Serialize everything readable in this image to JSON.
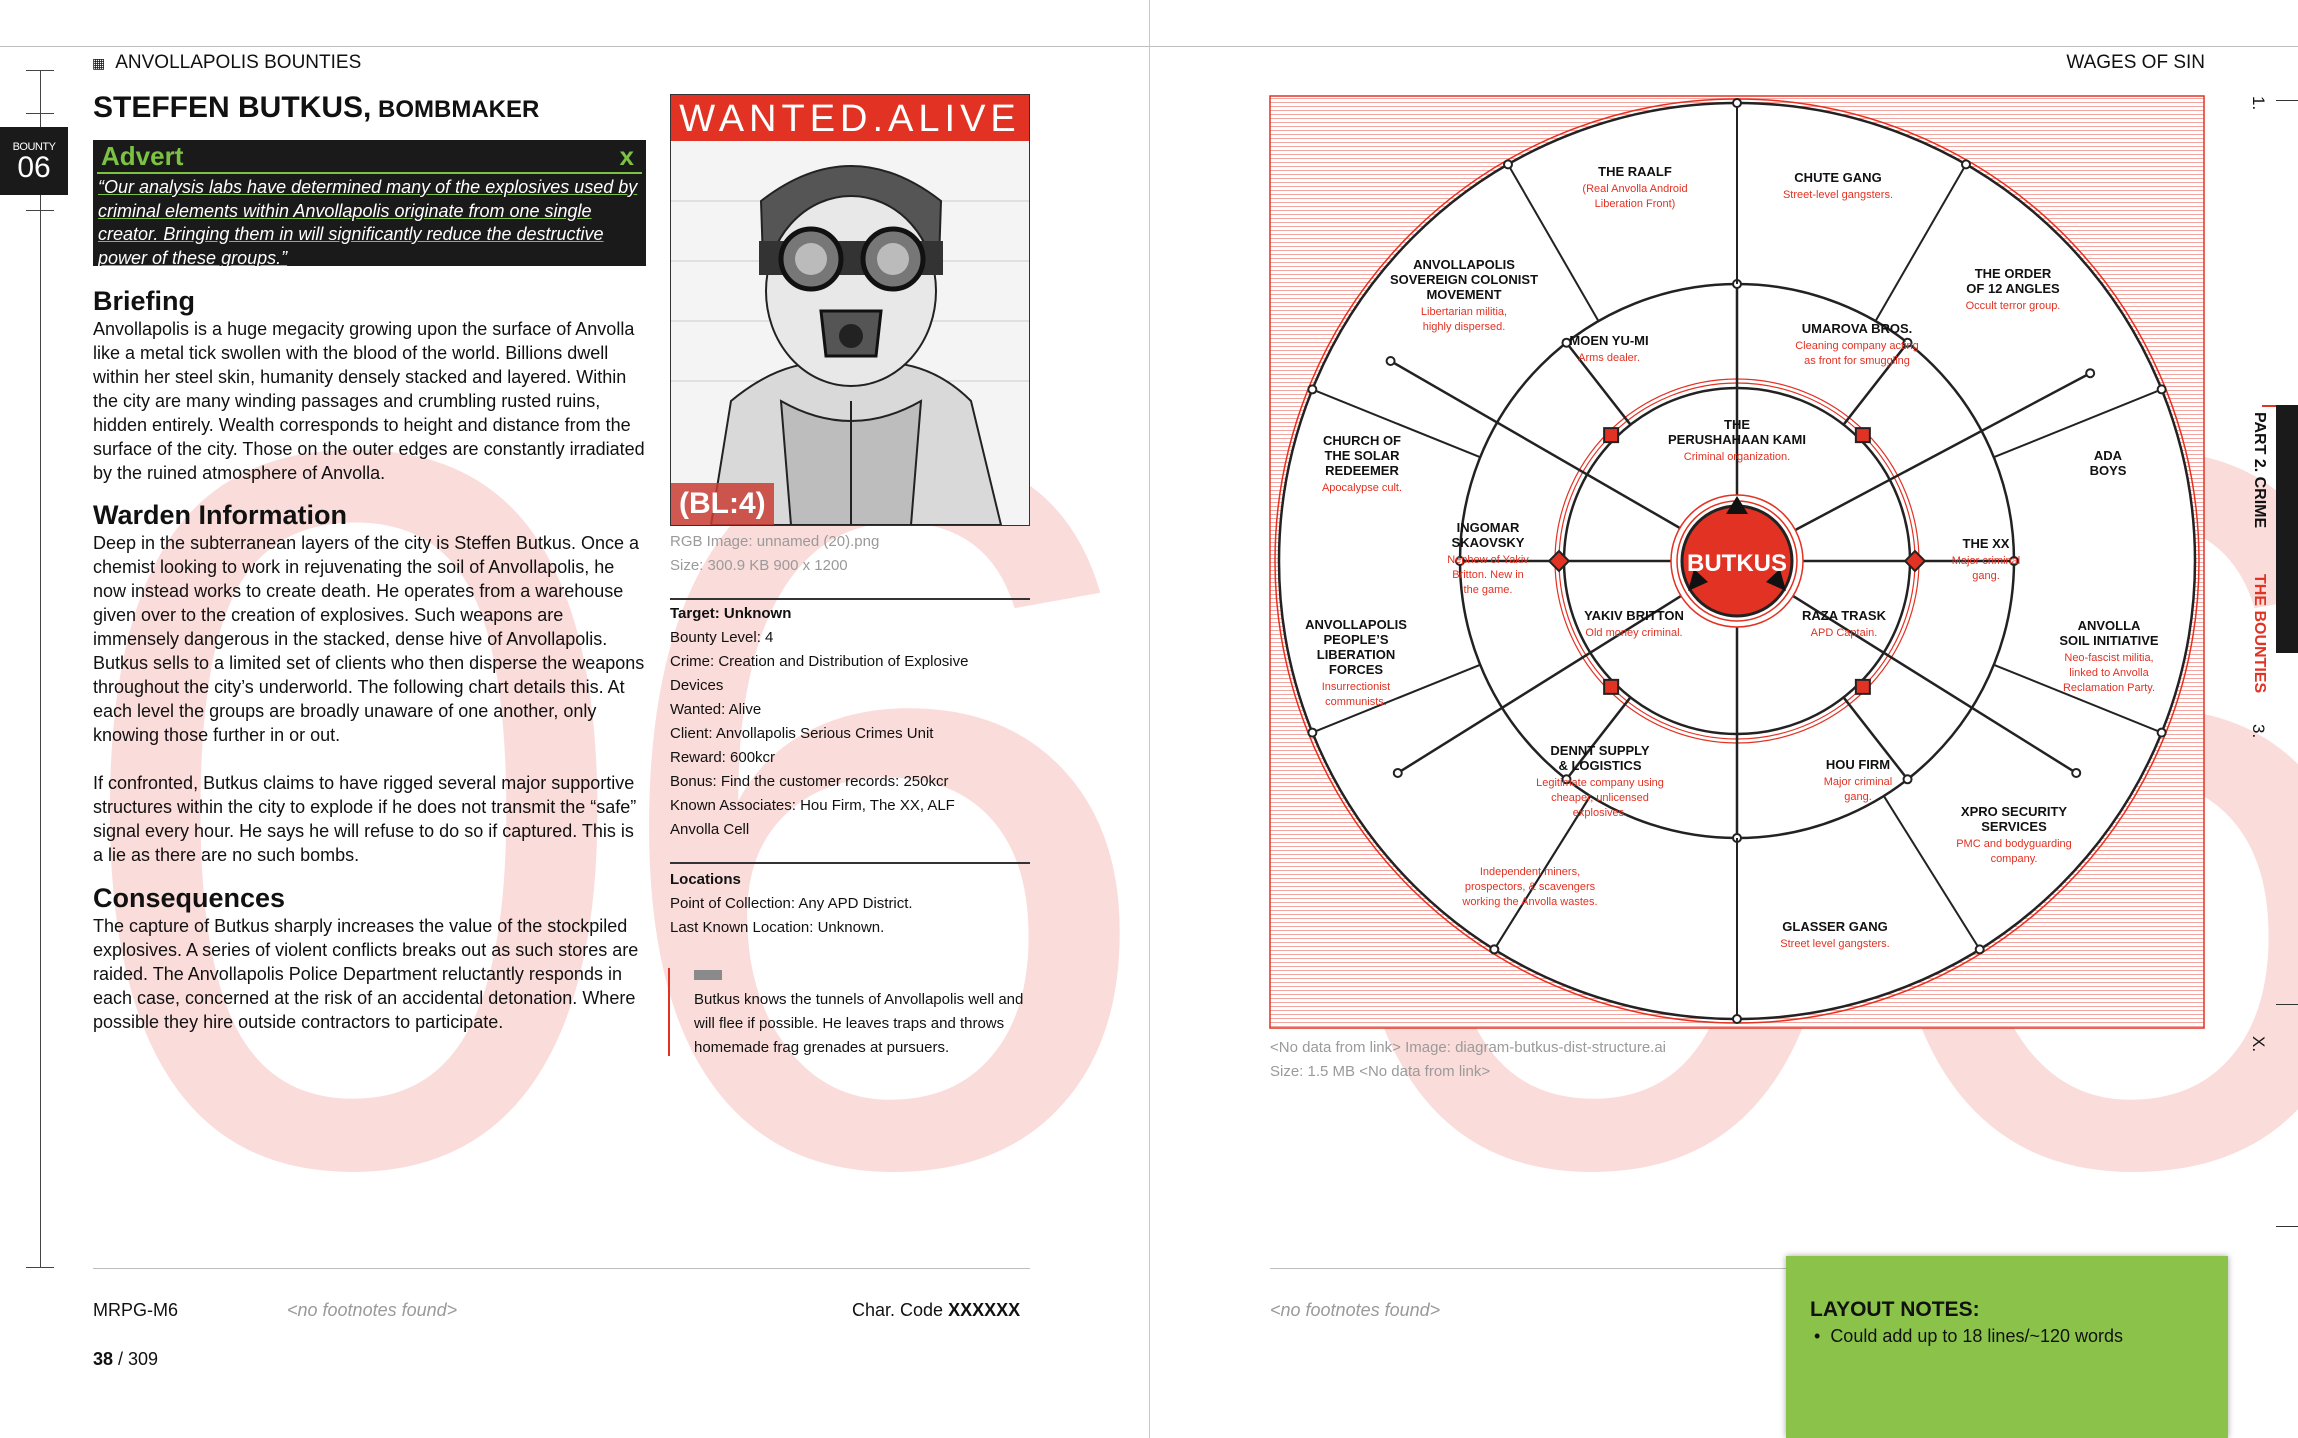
{
  "colors": {
    "accent": "#e23223",
    "green": "#8bc34a",
    "advert_green": "#7cc242",
    "dark": "#1a1a1a"
  },
  "left_page": {
    "header": "ANVOLLAPOLIS BOUNTIES",
    "header_icon": "book-icon",
    "tab": {
      "label": "BOUNTY",
      "number": "06"
    },
    "title": {
      "name": "STEFFEN BUTKUS,",
      "role": " BOMBMAKER"
    },
    "advert": {
      "title": "Advert",
      "close": "x",
      "text": "“Our analysis labs have determined many of the explosives used by criminal elements within Anvollapolis originate from one single creator. Bringing them in will significantly reduce the destructive power of these groups.”"
    },
    "briefing": {
      "heading": "Briefing",
      "text": "Anvollapolis is a huge megacity growing upon the surface of Anvolla like a metal tick swollen with the blood of the world. Billions dwell within her steel skin, humanity densely stacked and layered. Within the city are many winding passages and crumbling rusted ruins, hidden entirely. Wealth corresponds to height and distance from the surface of the city. Those on the outer edges are constantly irradiated by the ruined atmosphere of Anvolla."
    },
    "warden": {
      "heading": "Warden Information",
      "p1": "Deep in the subterranean layers of the city is Steffen Butkus. Once a chemist looking to work in rejuvenating the soil of Anvollapolis, he now instead works to create death. He operates from a warehouse given over to the creation of explosives. Such weapons are immensely dangerous in the stacked, dense hive of Anvollapolis. Butkus sells to a limited set of clients who then disperse the weapons throughout the city’s underworld. The following chart details this. At each level the groups are broadly unaware of one another, only knowing those further in or out.",
      "p2": "If confronted, Butkus claims to have rigged several major supportive structures within the city to explode if he does not transmit the “safe” signal every hour. He says he will refuse to do so if captured. This is a lie as there are no such bombs."
    },
    "consequences": {
      "heading": "Consequences",
      "text": "The capture of Butkus sharply increases the value of the stockpiled explosives. A series of violent conflicts breaks out as such stores are raided. The Anvollapolis Police Department reluctantly responds in each case, concerned at the risk of an accidental detonation. Where possible they hire outside contractors to participate."
    },
    "poster": {
      "banner": "WANTED.ALIVE",
      "level": "(BL:4)",
      "caption1": "RGB Image: unnamed (20).png",
      "caption2": "Size: 300.9 KB 900 x 1200"
    },
    "details": {
      "target": "Target: Unknown",
      "lines": [
        "Bounty Level: 4",
        "Crime: Creation and Distribution of Explosive",
        "Devices",
        "Wanted: Alive",
        "Client: Anvollapolis Serious Crimes Unit",
        "Reward: 600kcr",
        "Bonus: Find the customer records: 250kcr",
        "Known Associates: Hou Firm, The XX, ALF",
        "Anvolla Cell"
      ]
    },
    "locations": {
      "heading": "Locations",
      "lines": [
        "Point of Collection: Any APD District.",
        "Last Known Location: Unknown."
      ]
    },
    "note": "Butkus knows the tunnels of Anvollapolis well and will flee if possible. He leaves traps and throws homemade frag grenades at pursuers.",
    "footer": {
      "code": "MRPG-M6",
      "footnotes": "<no footnotes found>",
      "char_label": "Char. Code ",
      "char_code": "XXXXXX",
      "page": "38",
      "total": " / 309"
    }
  },
  "right_page": {
    "header": "WAGES OF SIN",
    "diagram": {
      "center": "BUTKUS",
      "inner": [
        {
          "name": [
            "THE",
            "PERUSHAHAAN KAMI"
          ],
          "desc": [
            "Criminal organization."
          ]
        },
        {
          "name": [
            "THE XX"
          ],
          "desc": [
            "Major criminal",
            "gang."
          ]
        },
        {
          "name": [
            "RAZA TRASK"
          ],
          "desc": [
            "APD Captain."
          ]
        },
        {
          "name": [
            "YAKIV BRITTON"
          ],
          "desc": [
            "Old money criminal."
          ]
        },
        {
          "name": [
            "INGOMAR",
            "SKAOVSKY"
          ],
          "desc": [
            "Nephew of Yakiv",
            "Britton. New in",
            "the game."
          ]
        }
      ],
      "middle": [
        {
          "name": [
            "MOEN YU-MI"
          ],
          "desc": [
            "Arms dealer."
          ]
        },
        {
          "name": [
            "UMAROVA BROS."
          ],
          "desc": [
            "Cleaning company acting",
            "as front for smuggling"
          ]
        },
        {
          "name": [
            "HOU FIRM"
          ],
          "desc": [
            "Major criminal",
            "gang."
          ]
        },
        {
          "name": [
            "DENNT SUPPLY",
            "& LOGISTICS"
          ],
          "desc": [
            "Legitimate company using",
            "cheaper, unlicensed",
            "explosives."
          ]
        }
      ],
      "outer": [
        {
          "name": [
            "THE RAALF"
          ],
          "desc": [
            "(Real Anvolla Android",
            "Liberation Front)"
          ]
        },
        {
          "name": [
            "CHUTE GANG"
          ],
          "desc": [
            "Street-level gangsters."
          ]
        },
        {
          "name": [
            "THE ORDER",
            "OF 12 ANGLES"
          ],
          "desc": [
            "Occult terror group."
          ]
        },
        {
          "name": [
            "ADA",
            "BOYS"
          ],
          "desc": []
        },
        {
          "name": [
            "ANVOLLA",
            "SOIL INITIATIVE"
          ],
          "desc": [
            "Neo-fascist militia,",
            "linked to Anvolla",
            "Reclamation Party."
          ]
        },
        {
          "name": [
            "XPRO SECURITY",
            "SERVICES"
          ],
          "desc": [
            "PMC and bodyguarding",
            "company."
          ]
        },
        {
          "name": [
            "GLASSER GANG"
          ],
          "desc": [
            "Street level gangsters."
          ]
        },
        {
          "name": [],
          "desc": [
            "Independent miners,",
            "prospectors, & scavengers",
            "working the Anvolla wastes."
          ]
        },
        {
          "name": [
            "ANVOLLAPOLIS",
            "PEOPLE’S",
            "LIBERATION",
            "FORCES"
          ],
          "desc": [
            "Insurrectionist",
            "communists."
          ]
        },
        {
          "name": [
            "CHURCH OF",
            "THE SOLAR",
            "REDEEMER"
          ],
          "desc": [
            "Apocalypse cult."
          ]
        },
        {
          "name": [
            "ANVOLLAPOLIS",
            "SOVEREIGN COLONIST",
            "MOVEMENT"
          ],
          "desc": [
            "Libertarian militia,",
            "highly dispersed."
          ]
        }
      ],
      "caption1": "<No data from link> Image: diagram-butkus-dist-structure.ai",
      "caption2": "Size: 1.5 MB <No data from link>"
    },
    "side_tabs": {
      "top": "1.",
      "part": "PART 2. CRIME",
      "bounties": "THE BOUNTIES",
      "three": "3.",
      "x": "X."
    },
    "footer": {
      "footnotes": "<no footnotes found>"
    },
    "layout_notes": {
      "title": "LAYOUT NOTES:",
      "item": "Could add up to 18 lines/~120 words"
    }
  },
  "background_number": "06"
}
